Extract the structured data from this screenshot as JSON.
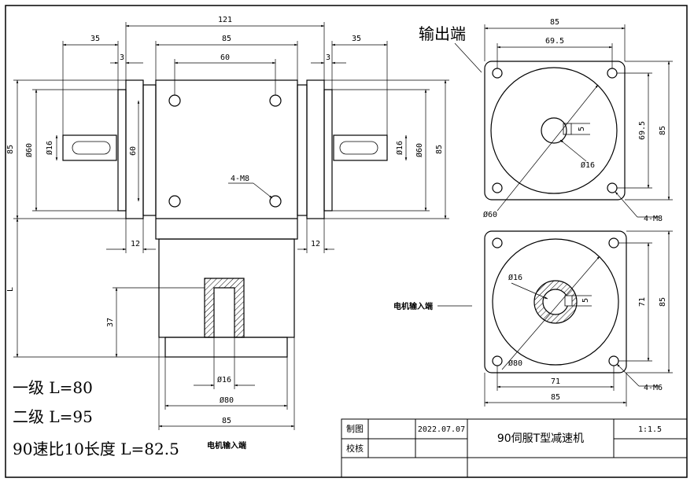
{
  "front_view": {
    "dims": {
      "overall_width": "121",
      "flange_width": "85",
      "hole_spacing": "60",
      "shaft_left_len": "35",
      "shaft_right_len": "35",
      "gap_left": "3",
      "gap_right": "3",
      "height_overall": "85",
      "dia_flange_left": "Ø60",
      "dia_shaft_left": "Ø16",
      "hole_spacing_v": "60",
      "dia_flange_right": "Ø60",
      "dia_shaft_right": "Ø16",
      "height_right": "85",
      "thread": "4-M8",
      "flange_thk_left": "12",
      "flange_thk_right": "12",
      "length_L": "L",
      "depth_37": "37",
      "dia_input_shaft": "Ø16",
      "dia_input_flange": "Ø80",
      "base_width": "85"
    },
    "input_label": "电机输入端"
  },
  "output_view": {
    "title": "输出端",
    "dims": {
      "width": "85",
      "hole_spacing": "69.5",
      "height": "85",
      "hole_spacing_v": "69.5",
      "key": "5",
      "shaft_dia": "Ø16",
      "circle_dia": "Ø60",
      "thread": "4-M8"
    }
  },
  "input_view": {
    "label": "电机输入端",
    "dims": {
      "shaft_dia": "Ø16",
      "key": "5",
      "height_inner": "71",
      "height": "85",
      "circle_dia": "Ø80",
      "hole_spacing": "71",
      "width": "85",
      "thread": "4-M6"
    }
  },
  "notes": {
    "line1": "一级 L=80",
    "line2": "二级 L=95",
    "line3": "90速比10长度 L=82.5"
  },
  "title_block": {
    "drawn_label": "制图",
    "check_label": "校核",
    "date": "2022.07.07",
    "title": "90伺服T型减速机",
    "scale": "1:1.5"
  }
}
